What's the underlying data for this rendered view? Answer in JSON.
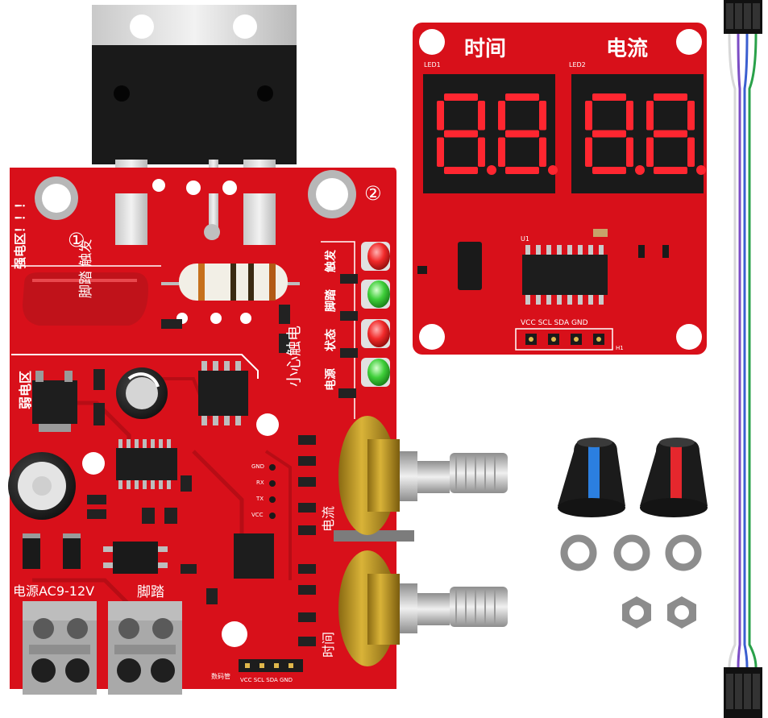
{
  "main_board": {
    "warning_label": "强电区！！！",
    "weak_zone_label": "弱电区",
    "trigger_label": "脚踏 触发",
    "careful_label": "小心触电",
    "power_label": "电源AC9-12V",
    "pedal_label": "脚踏",
    "current_label": "电流",
    "time_label": "时间",
    "led_labels": [
      "触发",
      "脚踏",
      "状态",
      "电源"
    ],
    "circle_1": "①",
    "circle_2": "②",
    "header_pins": "VCC SCL SDA GND",
    "header_label": "数码管",
    "serial_pins": [
      "GND",
      "RX",
      "TX",
      "VCC"
    ]
  },
  "display_board": {
    "time_label": "时间",
    "current_label": "电流",
    "led1": "LED1",
    "led2": "LED2",
    "digits_left": "8.8.",
    "digits_right": "8.8.",
    "pins": "VCC SCL SDA GND",
    "u1": "U1",
    "h1": "H1"
  },
  "colors": {
    "pcb_red": "#d8101a",
    "pcb_dark": "#b70d15",
    "segment_red": "#ff2630",
    "knob_blue": "#2b7fe0",
    "knob_red": "#e5272d"
  }
}
